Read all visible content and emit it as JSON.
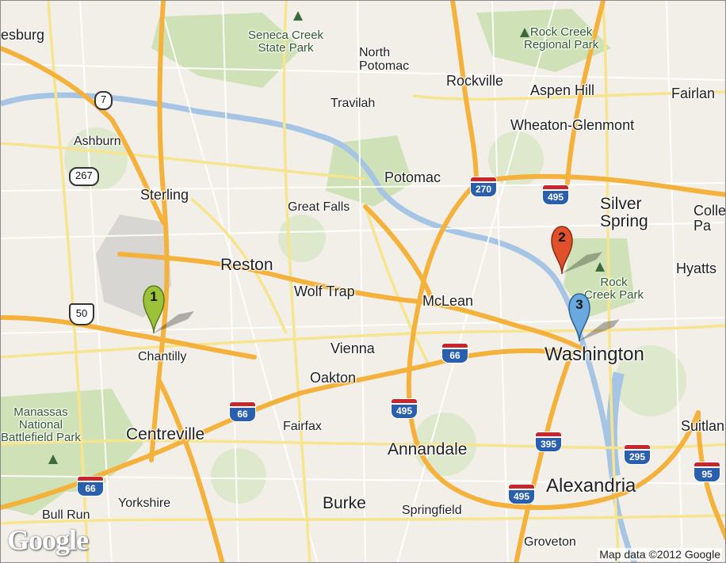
{
  "map": {
    "places": [
      {
        "id": "esburg",
        "text": "esburg",
        "size": "city-md"
      },
      {
        "id": "seneca",
        "text": "Seneca Creek\nState Park",
        "size": "park"
      },
      {
        "id": "north-potomac",
        "text": "North\nPotomac",
        "size": "city-sm"
      },
      {
        "id": "rockville",
        "text": "Rockville",
        "size": "city-md"
      },
      {
        "id": "rock-creek-rp",
        "text": "Rock Creek\nRegional Park",
        "size": "park"
      },
      {
        "id": "aspen-hill",
        "text": "Aspen Hill",
        "size": "city-md"
      },
      {
        "id": "fairland",
        "text": "Fairlan",
        "size": "city-md"
      },
      {
        "id": "travilah",
        "text": "Travilah",
        "size": "city-sm"
      },
      {
        "id": "wheaton",
        "text": "Wheaton-Glenmont",
        "size": "city-md"
      },
      {
        "id": "ashburn",
        "text": "Ashburn",
        "size": "city-sm"
      },
      {
        "id": "potomac",
        "text": "Potomac",
        "size": "city-md"
      },
      {
        "id": "sterling",
        "text": "Sterling",
        "size": "city-md"
      },
      {
        "id": "great-falls",
        "text": "Great Falls",
        "size": "city-sm"
      },
      {
        "id": "silver-spring",
        "text": "Silver\nSpring",
        "size": "city-lg"
      },
      {
        "id": "colle",
        "text": "Colle\nPa",
        "size": "city-md"
      },
      {
        "id": "reston",
        "text": "Reston",
        "size": "city-lg"
      },
      {
        "id": "hyatts",
        "text": "Hyatts",
        "size": "city-md"
      },
      {
        "id": "wolf-trap",
        "text": "Wolf Trap",
        "size": "city-md"
      },
      {
        "id": "mclean",
        "text": "McLean",
        "size": "city-md"
      },
      {
        "id": "rock-creek-park",
        "text": "Rock\nCreek Park",
        "size": "park"
      },
      {
        "id": "chantilly",
        "text": "Chantilly",
        "size": "city-sm"
      },
      {
        "id": "vienna",
        "text": "Vienna",
        "size": "city-md"
      },
      {
        "id": "washington",
        "text": "Washington",
        "size": "city-big"
      },
      {
        "id": "oakton",
        "text": "Oakton",
        "size": "city-md"
      },
      {
        "id": "manassas-nbp",
        "text": "Manassas\nNational\nBattlefield Park",
        "size": "park"
      },
      {
        "id": "fairfax",
        "text": "Fairfax",
        "size": "city-sm"
      },
      {
        "id": "centreville",
        "text": "Centreville",
        "size": "city-lg"
      },
      {
        "id": "suitland",
        "text": "Suitlan",
        "size": "city-md"
      },
      {
        "id": "annandale",
        "text": "Annandale",
        "size": "city-lg"
      },
      {
        "id": "alexandria",
        "text": "Alexandria",
        "size": "city-big"
      },
      {
        "id": "yorkshire",
        "text": "Yorkshire",
        "size": "city-sm"
      },
      {
        "id": "bull-run",
        "text": "Bull Run",
        "size": "city-sm"
      },
      {
        "id": "burke",
        "text": "Burke",
        "size": "city-lg"
      },
      {
        "id": "springfield",
        "text": "Springfield",
        "size": "city-sm"
      },
      {
        "id": "groveton",
        "text": "Groveton",
        "size": "city-sm"
      }
    ],
    "shields": {
      "interstate": [
        "270",
        "495",
        "66",
        "495",
        "66",
        "395",
        "295",
        "95",
        "495",
        "66"
      ],
      "state": [
        "7",
        "267"
      ],
      "us": [
        "50"
      ]
    },
    "markers": [
      {
        "label": "1",
        "color": "#9cc23a",
        "dark": "#5b7a1a"
      },
      {
        "label": "2",
        "color": "#e0502a",
        "dark": "#8a2a12"
      },
      {
        "label": "3",
        "color": "#6aa9e0",
        "dark": "#2e5f8e"
      }
    ],
    "logo": "Google",
    "attribution": "Map data ©2012 Google"
  }
}
